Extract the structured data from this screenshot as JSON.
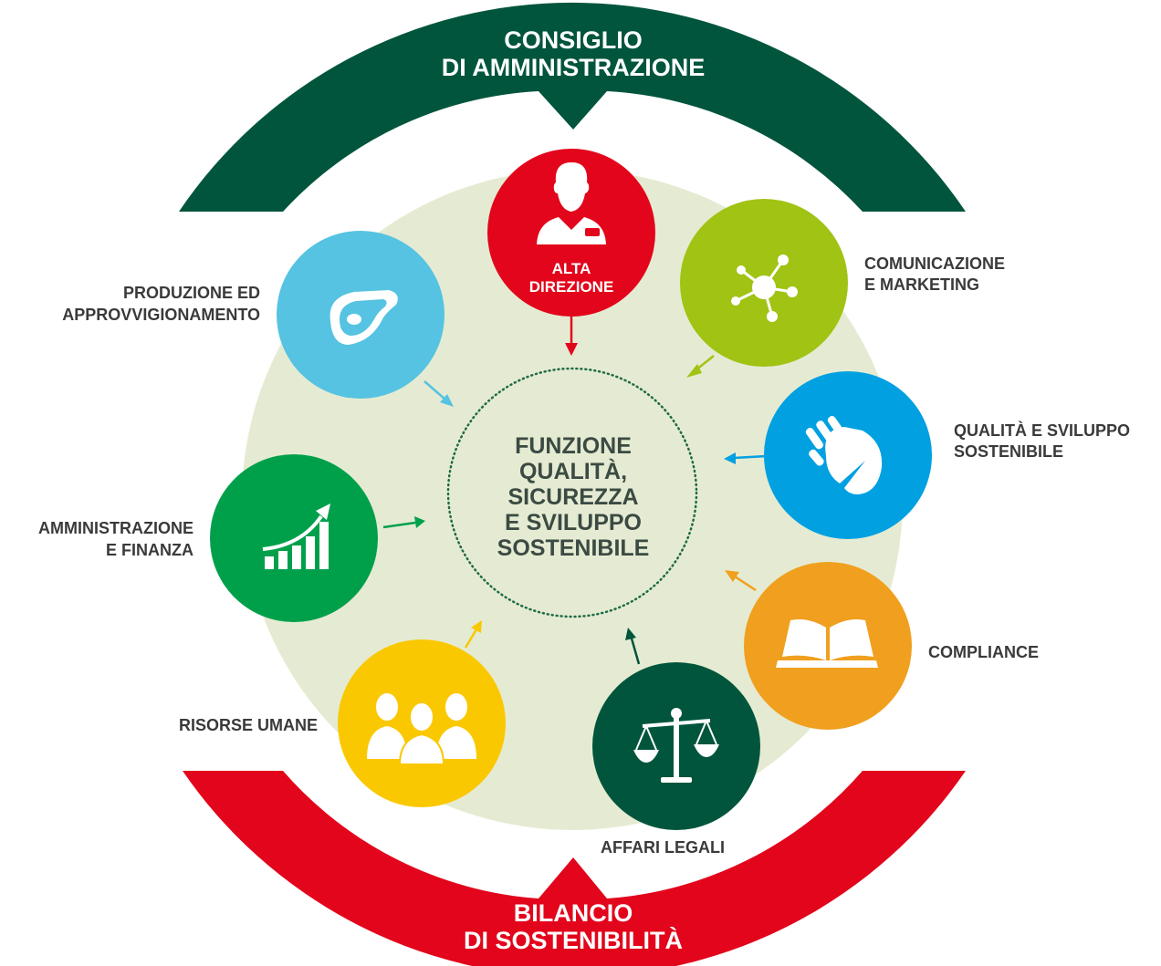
{
  "top_arc": {
    "line1": "CONSIGLIO",
    "line2": "DI AMMINISTRAZIONE",
    "color": "#00553c"
  },
  "bottom_arc": {
    "line1": "BILANCIO",
    "line2": "DI SOSTENIBILITÀ",
    "color": "#e2051b"
  },
  "center": {
    "lines": [
      "FUNZIONE",
      "QUALITÀ,",
      "SICUREZZA",
      "E SVILUPPO",
      "SOSTENIBILE"
    ]
  },
  "nodes": {
    "alta_direzione": {
      "lines": [
        "ALTA",
        "DIREZIONE"
      ],
      "color": "#e2051b",
      "icon": "person-icon"
    },
    "comunicazione": {
      "lines": [
        "COMUNICAZIONE",
        "E MARKETING"
      ],
      "color": "#a0c314",
      "icon": "network-icon"
    },
    "qualita": {
      "lines": [
        "QUALITÀ E SVILUPPO",
        "SOSTENIBILE"
      ],
      "color": "#00a0e1",
      "icon": "hand-leaf-icon"
    },
    "compliance": {
      "lines": [
        "COMPLIANCE"
      ],
      "color": "#f0a01e",
      "icon": "open-book-icon"
    },
    "affari_legali": {
      "lines": [
        "AFFARI LEGALI"
      ],
      "color": "#00553c",
      "icon": "scales-icon"
    },
    "risorse_umane": {
      "lines": [
        "RISORSE UMANE"
      ],
      "color": "#fac800",
      "icon": "people-icon"
    },
    "amministrazione": {
      "lines": [
        "AMMINISTRAZIONE",
        "E FINANZA"
      ],
      "color": "#00a04b",
      "icon": "growth-chart-icon"
    },
    "produzione": {
      "lines": [
        "PRODUZIONE ED",
        "APPROVVIGIONAMENTO"
      ],
      "color": "#55c3e1",
      "icon": "steak-icon"
    }
  },
  "background_color": "#e5ebd2"
}
